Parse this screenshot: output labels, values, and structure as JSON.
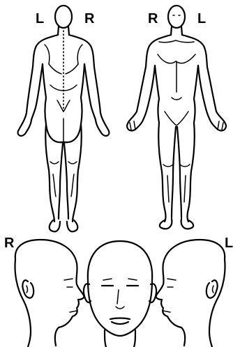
{
  "labels": {
    "back_left": "L",
    "back_right": "R",
    "front_right": "R",
    "front_left": "L",
    "head_right": "R",
    "head_left": "L"
  }
}
